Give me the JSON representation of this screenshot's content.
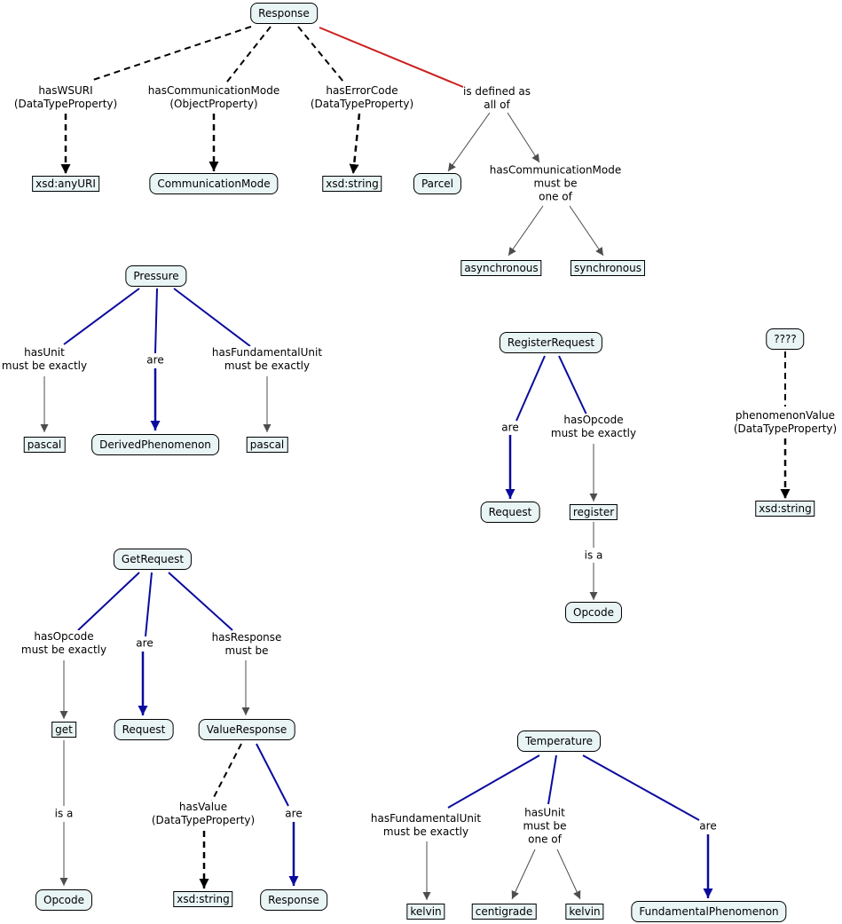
{
  "nodes": {
    "response_top": "Response",
    "xsd_anyuri": "xsd:anyURI",
    "communication_mode": "CommunicationMode",
    "xsd_string_1": "xsd:string",
    "parcel": "Parcel",
    "asynchronous": "asynchronous",
    "synchronous": "synchronous",
    "pressure": "Pressure",
    "pascal_1": "pascal",
    "derived_phenomenon": "DerivedPhenomenon",
    "pascal_2": "pascal",
    "register_request": "RegisterRequest",
    "request_1": "Request",
    "register": "register",
    "opcode_1": "Opcode",
    "unknown": "????",
    "xsd_string_2": "xsd:string",
    "get_request": "GetRequest",
    "get": "get",
    "request_2": "Request",
    "value_response": "ValueResponse",
    "opcode_2": "Opcode",
    "xsd_string_3": "xsd:string",
    "response_bottom": "Response",
    "temperature": "Temperature",
    "kelvin_1": "kelvin",
    "centigrade": "centigrade",
    "kelvin_2": "kelvin",
    "fundamental_phenomenon": "FundamentalPhenomenon"
  },
  "labels": {
    "has_wsuri": [
      "hasWSURI",
      "(DataTypeProperty)"
    ],
    "has_comm_mode_1": [
      "hasCommunicationMode",
      "(ObjectProperty)"
    ],
    "has_error_code": [
      "hasErrorCode",
      "(DataTypeProperty)"
    ],
    "defined_all_of": [
      "is defined as",
      "all of"
    ],
    "has_comm_mode_2": [
      "hasCommunicationMode",
      "must be",
      "one of"
    ],
    "pressure_has_unit": [
      "hasUnit",
      "must be exactly"
    ],
    "pressure_are": [
      "are"
    ],
    "pressure_has_fund_unit": [
      "hasFundamentalUnit",
      "must be exactly"
    ],
    "register_are": [
      "are"
    ],
    "register_has_opcode": [
      "hasOpcode",
      "must be exactly"
    ],
    "register_is_a": [
      "is a"
    ],
    "phenomenon_value": [
      "phenomenonValue",
      "(DataTypeProperty)"
    ],
    "get_has_opcode": [
      "hasOpcode",
      "must be exactly"
    ],
    "get_are": [
      "are"
    ],
    "get_has_response": [
      "hasResponse",
      "must be"
    ],
    "get_is_a": [
      "is a"
    ],
    "has_value": [
      "hasValue",
      "(DataTypeProperty)"
    ],
    "value_are": [
      "are"
    ],
    "temp_has_fund_unit": [
      "hasFundamentalUnit",
      "must be exactly"
    ],
    "temp_has_unit": [
      "hasUnit",
      "must be",
      "one of"
    ],
    "temp_are": [
      "are"
    ]
  },
  "colors": {
    "black": "#000000",
    "gray": "#4d4d4d",
    "red": "#cc1f1f",
    "blue": "#0a0a9e",
    "node_fill": "#e9f4f4"
  }
}
